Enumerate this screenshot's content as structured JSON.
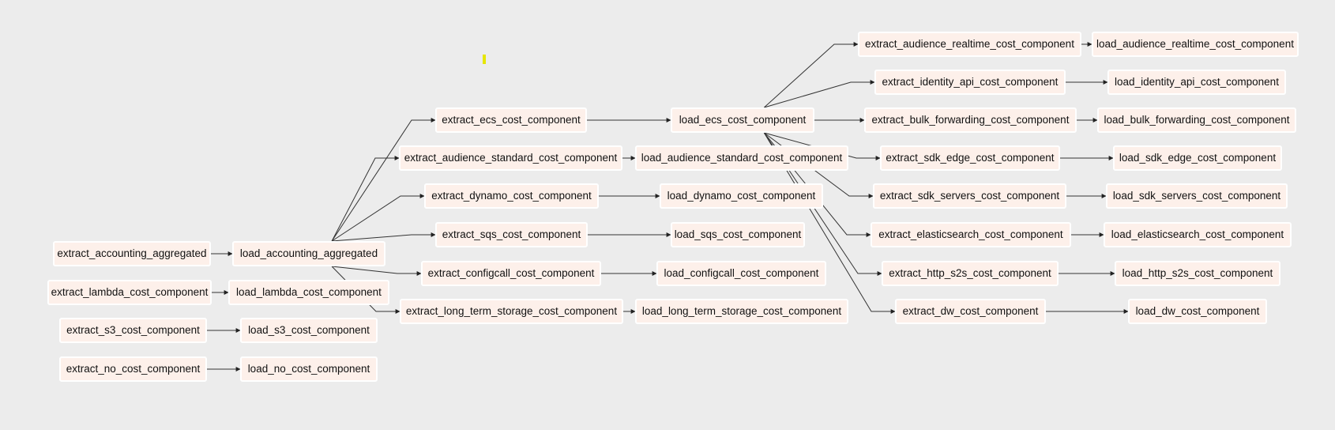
{
  "graph": {
    "nodes": [
      {
        "id": "extract_accounting_aggregated",
        "label": "extract_accounting_aggregated"
      },
      {
        "id": "load_accounting_aggregated",
        "label": "load_accounting_aggregated"
      },
      {
        "id": "extract_lambda_cost_component",
        "label": "extract_lambda_cost_component"
      },
      {
        "id": "load_lambda_cost_component",
        "label": "load_lambda_cost_component"
      },
      {
        "id": "extract_s3_cost_component",
        "label": "extract_s3_cost_component"
      },
      {
        "id": "load_s3_cost_component",
        "label": "load_s3_cost_component"
      },
      {
        "id": "extract_no_cost_component",
        "label": "extract_no_cost_component"
      },
      {
        "id": "load_no_cost_component",
        "label": "load_no_cost_component"
      },
      {
        "id": "extract_ecs_cost_component",
        "label": "extract_ecs_cost_component"
      },
      {
        "id": "extract_audience_standard_cost_component",
        "label": "extract_audience_standard_cost_component"
      },
      {
        "id": "extract_dynamo_cost_component",
        "label": "extract_dynamo_cost_component"
      },
      {
        "id": "extract_sqs_cost_component",
        "label": "extract_sqs_cost_component"
      },
      {
        "id": "extract_configcall_cost_component",
        "label": "extract_configcall_cost_component"
      },
      {
        "id": "extract_long_term_storage_cost_component",
        "label": "extract_long_term_storage_cost_component"
      },
      {
        "id": "load_ecs_cost_component",
        "label": "load_ecs_cost_component"
      },
      {
        "id": "load_audience_standard_cost_component",
        "label": "load_audience_standard_cost_component"
      },
      {
        "id": "load_dynamo_cost_component",
        "label": "load_dynamo_cost_component"
      },
      {
        "id": "load_sqs_cost_component",
        "label": "load_sqs_cost_component"
      },
      {
        "id": "load_configcall_cost_component",
        "label": "load_configcall_cost_component"
      },
      {
        "id": "load_long_term_storage_cost_component",
        "label": "load_long_term_storage_cost_component"
      },
      {
        "id": "extract_audience_realtime_cost_component",
        "label": "extract_audience_realtime_cost_component"
      },
      {
        "id": "extract_identity_api_cost_component",
        "label": "extract_identity_api_cost_component"
      },
      {
        "id": "extract_bulk_forwarding_cost_component",
        "label": "extract_bulk_forwarding_cost_component"
      },
      {
        "id": "extract_sdk_edge_cost_component",
        "label": "extract_sdk_edge_cost_component"
      },
      {
        "id": "extract_sdk_servers_cost_component",
        "label": "extract_sdk_servers_cost_component"
      },
      {
        "id": "extract_elasticsearch_cost_component",
        "label": "extract_elasticsearch_cost_component"
      },
      {
        "id": "extract_http_s2s_cost_component",
        "label": "extract_http_s2s_cost_component"
      },
      {
        "id": "extract_dw_cost_component",
        "label": "extract_dw_cost_component"
      },
      {
        "id": "load_audience_realtime_cost_component",
        "label": "load_audience_realtime_cost_component"
      },
      {
        "id": "load_identity_api_cost_component",
        "label": "load_identity_api_cost_component"
      },
      {
        "id": "load_bulk_forwarding_cost_component",
        "label": "load_bulk_forwarding_cost_component"
      },
      {
        "id": "load_sdk_edge_cost_component",
        "label": "load_sdk_edge_cost_component"
      },
      {
        "id": "load_sdk_servers_cost_component",
        "label": "load_sdk_servers_cost_component"
      },
      {
        "id": "load_elasticsearch_cost_component",
        "label": "load_elasticsearch_cost_component"
      },
      {
        "id": "load_http_s2s_cost_component",
        "label": "load_http_s2s_cost_component"
      },
      {
        "id": "load_dw_cost_component",
        "label": "load_dw_cost_component"
      }
    ],
    "edges": [
      [
        "extract_accounting_aggregated",
        "load_accounting_aggregated"
      ],
      [
        "extract_lambda_cost_component",
        "load_lambda_cost_component"
      ],
      [
        "extract_s3_cost_component",
        "load_s3_cost_component"
      ],
      [
        "extract_no_cost_component",
        "load_no_cost_component"
      ],
      [
        "load_accounting_aggregated",
        "extract_ecs_cost_component"
      ],
      [
        "load_accounting_aggregated",
        "extract_audience_standard_cost_component"
      ],
      [
        "load_accounting_aggregated",
        "extract_dynamo_cost_component"
      ],
      [
        "load_accounting_aggregated",
        "extract_sqs_cost_component"
      ],
      [
        "load_accounting_aggregated",
        "extract_configcall_cost_component"
      ],
      [
        "load_accounting_aggregated",
        "extract_long_term_storage_cost_component"
      ],
      [
        "extract_ecs_cost_component",
        "load_ecs_cost_component"
      ],
      [
        "extract_audience_standard_cost_component",
        "load_audience_standard_cost_component"
      ],
      [
        "extract_dynamo_cost_component",
        "load_dynamo_cost_component"
      ],
      [
        "extract_sqs_cost_component",
        "load_sqs_cost_component"
      ],
      [
        "extract_configcall_cost_component",
        "load_configcall_cost_component"
      ],
      [
        "extract_long_term_storage_cost_component",
        "load_long_term_storage_cost_component"
      ],
      [
        "load_ecs_cost_component",
        "extract_audience_realtime_cost_component"
      ],
      [
        "load_ecs_cost_component",
        "extract_identity_api_cost_component"
      ],
      [
        "load_ecs_cost_component",
        "extract_bulk_forwarding_cost_component"
      ],
      [
        "load_ecs_cost_component",
        "extract_sdk_edge_cost_component"
      ],
      [
        "load_ecs_cost_component",
        "extract_sdk_servers_cost_component"
      ],
      [
        "load_ecs_cost_component",
        "extract_elasticsearch_cost_component"
      ],
      [
        "load_ecs_cost_component",
        "extract_http_s2s_cost_component"
      ],
      [
        "load_ecs_cost_component",
        "extract_dw_cost_component"
      ],
      [
        "extract_audience_realtime_cost_component",
        "load_audience_realtime_cost_component"
      ],
      [
        "extract_identity_api_cost_component",
        "load_identity_api_cost_component"
      ],
      [
        "extract_bulk_forwarding_cost_component",
        "load_bulk_forwarding_cost_component"
      ],
      [
        "extract_sdk_edge_cost_component",
        "load_sdk_edge_cost_component"
      ],
      [
        "extract_sdk_servers_cost_component",
        "load_sdk_servers_cost_component"
      ],
      [
        "extract_elasticsearch_cost_component",
        "load_elasticsearch_cost_component"
      ],
      [
        "extract_http_s2s_cost_component",
        "load_http_s2s_cost_component"
      ],
      [
        "extract_dw_cost_component",
        "load_dw_cost_component"
      ]
    ]
  }
}
